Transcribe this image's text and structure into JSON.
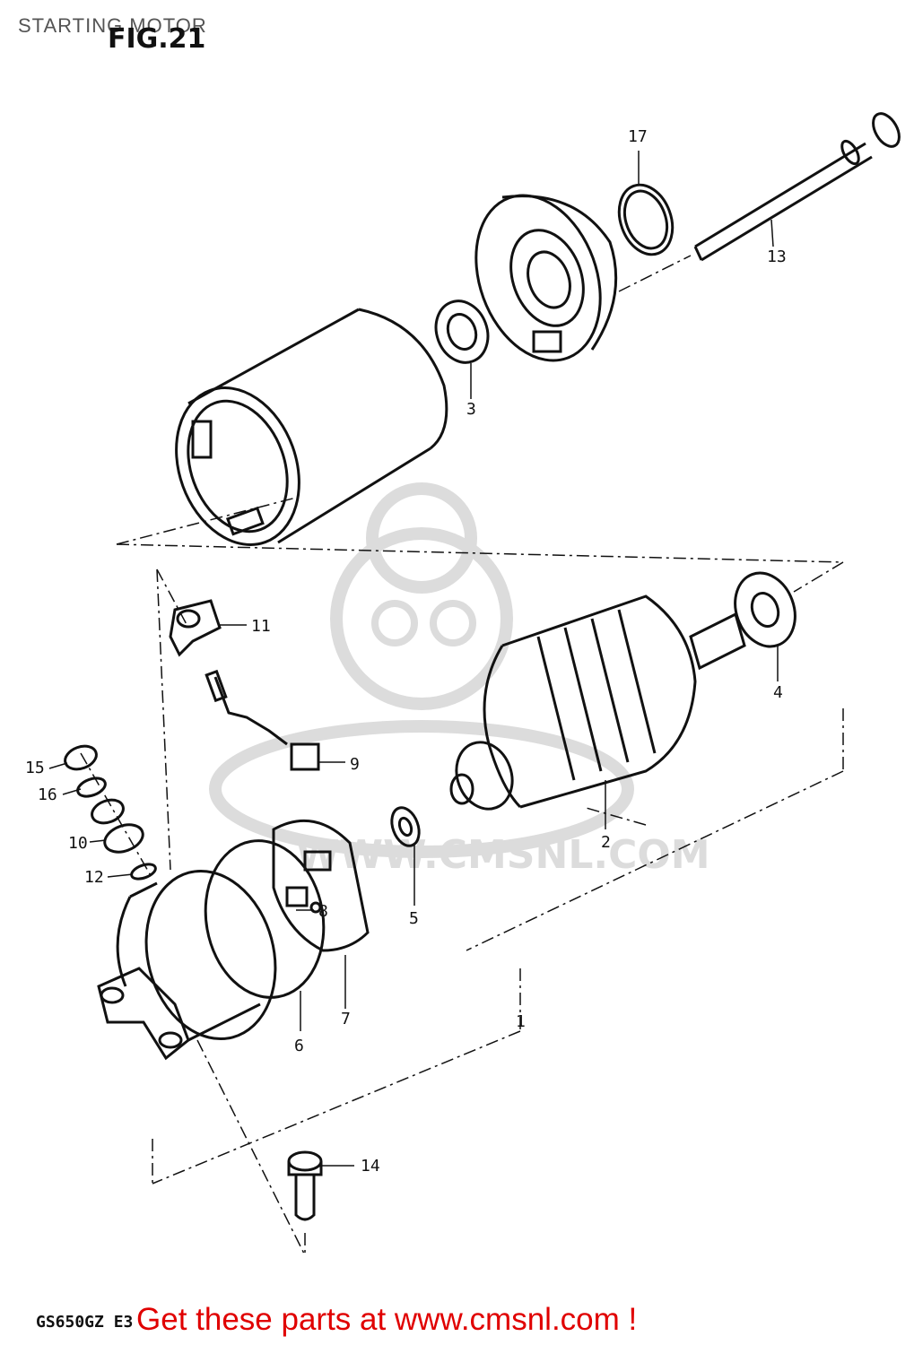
{
  "header": {
    "title": "STARTING MOTOR",
    "figure": "FIG.21"
  },
  "footer": {
    "model_code": "GS650GZ E3",
    "promo": "Get these parts at www.cmsnl.com !"
  },
  "watermark": {
    "text": "WWW.CMSNL.COM"
  },
  "callouts": {
    "p1": "1",
    "p2": "2",
    "p3": "3",
    "p4": "4",
    "p5": "5",
    "p6": "6",
    "p7": "7",
    "p8": "8",
    "p9": "9",
    "p10": "10",
    "p11": "11",
    "p12": "12",
    "p13": "13",
    "p14": "14",
    "p15": "15",
    "p16": "16",
    "p17": "17"
  },
  "colors": {
    "line": "#111111",
    "watermark": "#dcdcdc",
    "promo": "#e00000"
  }
}
